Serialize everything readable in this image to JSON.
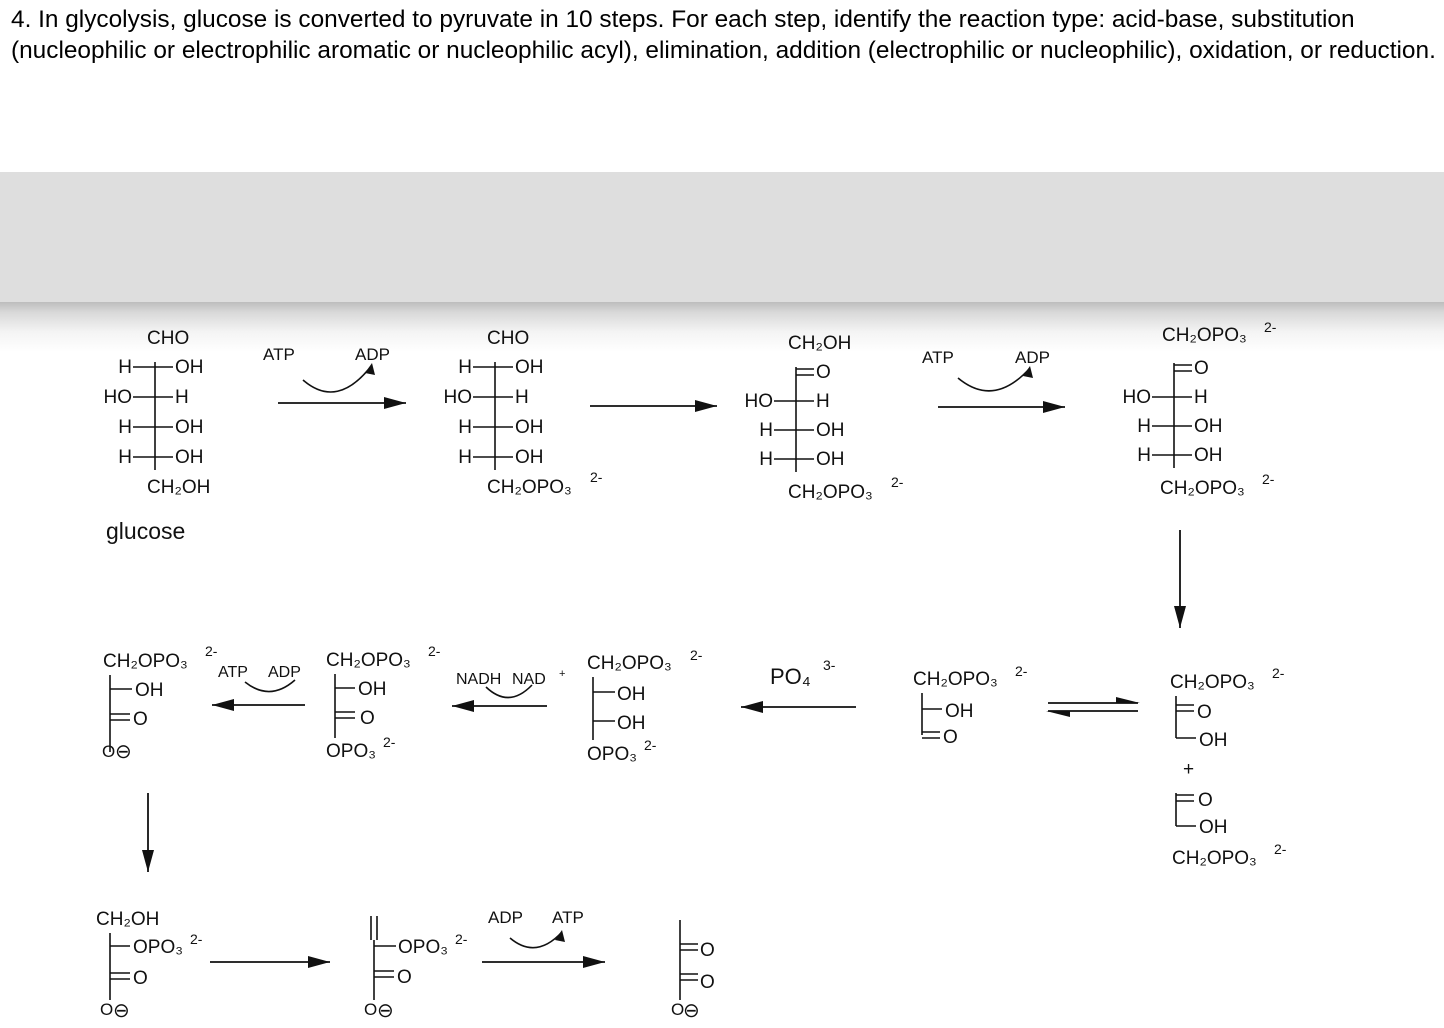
{
  "question": "4. In glycolysis, glucose is converted to pyruvate in 10 steps. For each step, identify the reaction type: acid-base, substitution (nucleophilic or electrophilic aromatic or nucleophilic acyl), elimination, addition (electrophilic or nucleophilic), oxidation, or reduction.",
  "labels": {
    "cho": "CHO",
    "h": "H",
    "ho": "HO",
    "oh": "OH",
    "o": "O",
    "ch2oh": "CH₂OH",
    "ch2opo3": "CH₂OPO₃",
    "opo3": "OPO₃",
    "charge2": "2-",
    "charge3": "3-",
    "minus": "⊖",
    "glucose": "glucose",
    "atp": "ATP",
    "adp": "ADP",
    "nadh": "NADH",
    "nad": "NAD",
    "nad_sup": "+",
    "po4": "PO₄",
    "plus": "+"
  },
  "colors": {
    "text": "#111111",
    "band": "#dedede"
  }
}
